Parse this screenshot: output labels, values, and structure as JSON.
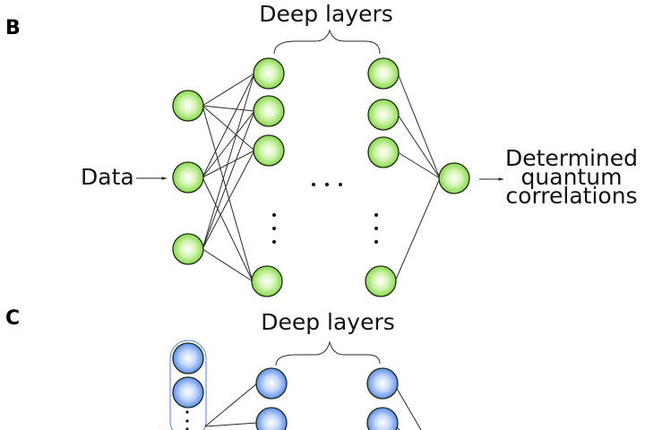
{
  "panels": [
    {
      "id": "B",
      "label": "B",
      "heading": "Deep layers",
      "input_label": "Data",
      "output_label_lines": [
        "Determined",
        "quantum",
        "correlations"
      ],
      "node_color": "#7ed63f",
      "layers": [
        {
          "name": "input",
          "visible_nodes": 3,
          "ellipsis": false
        },
        {
          "name": "deep-layer-first",
          "visible_nodes": 4,
          "ellipsis": true
        },
        {
          "name": "deep-layer-last",
          "visible_nodes": 4,
          "ellipsis": true
        },
        {
          "name": "output",
          "visible_nodes": 1,
          "ellipsis": false
        }
      ],
      "between_layers_ellipsis": "..."
    },
    {
      "id": "C",
      "label": "C",
      "heading": "Deep layers",
      "node_color": "#4f86e8",
      "layers": [
        {
          "name": "input-group",
          "visible_nodes": 2,
          "ellipsis": true,
          "grouped": true
        },
        {
          "name": "deep-layer-first",
          "visible_nodes": 2,
          "ellipsis": false
        },
        {
          "name": "deep-layer-last",
          "visible_nodes": 2,
          "ellipsis": false
        }
      ]
    }
  ]
}
